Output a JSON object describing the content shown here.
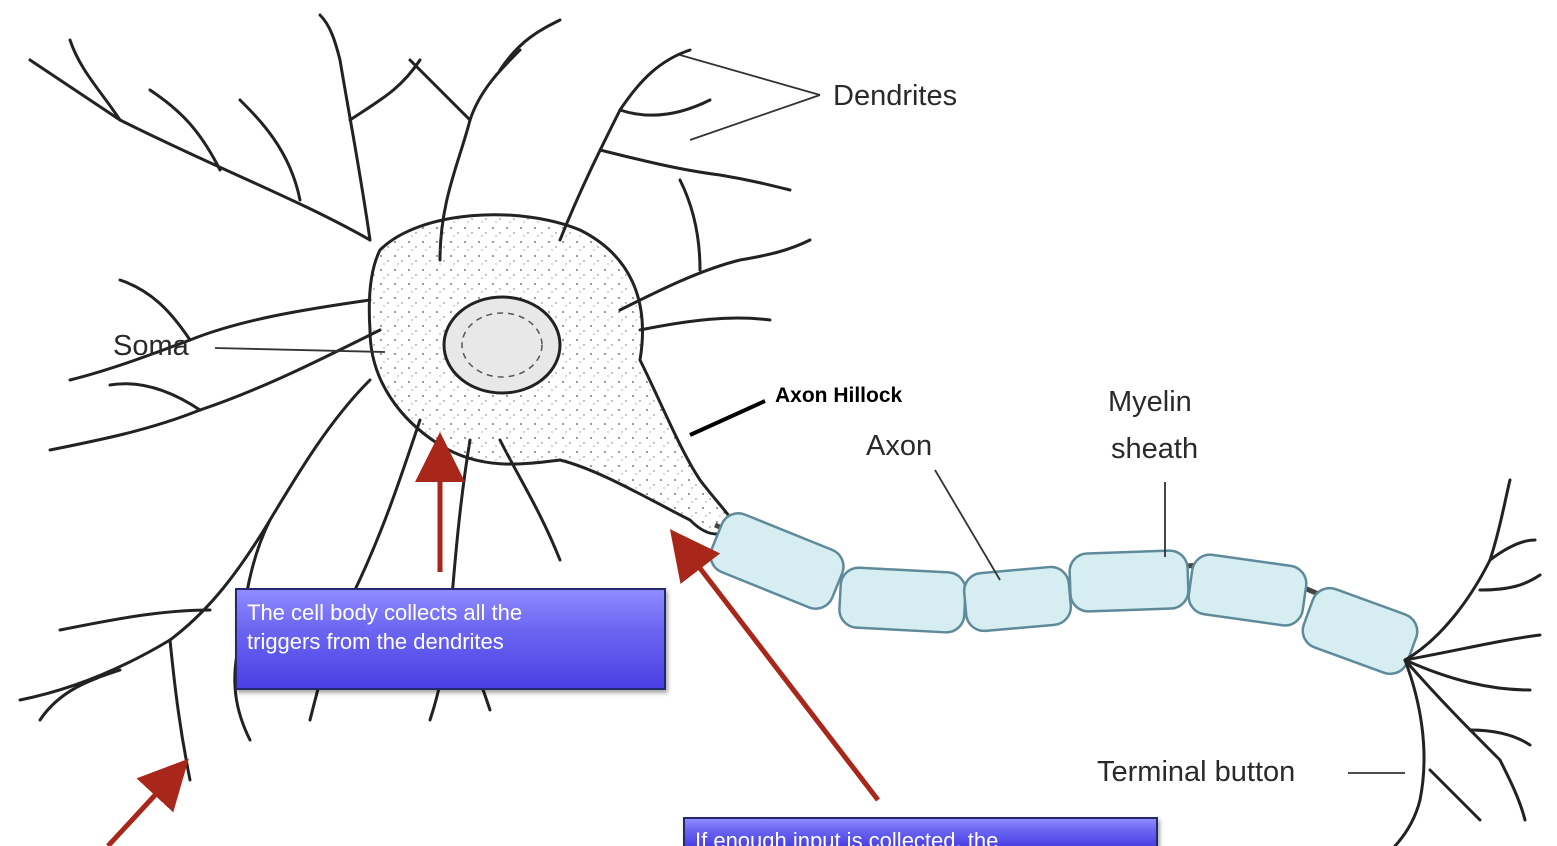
{
  "labels": {
    "dendrites": "Dendrites",
    "soma": "Soma",
    "axon_hillock": "Axon Hillock",
    "axon": "Axon",
    "myelin_line1": "Myelin",
    "myelin_line2": "sheath",
    "terminal_button": "Terminal button"
  },
  "callouts": {
    "cell_body": {
      "line1": "The cell body collects all the",
      "line2": "triggers from the dendrites"
    },
    "axon_hillock": {
      "line1": "If enough input is collected, the"
    }
  },
  "colors": {
    "arrow": "#a8261a",
    "callout_fill": "#5a52ee",
    "callout_border": "#222a6a",
    "myelin_fill": "#d6eef2",
    "myelin_stroke": "#5f8a9a",
    "line_art": "#222222"
  }
}
